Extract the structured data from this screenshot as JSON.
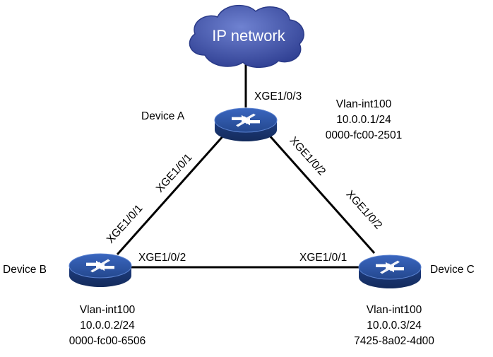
{
  "colors": {
    "link": "#000000",
    "cloud_fill": "#4a5fb4",
    "cloud_dark": "#2e3f8e",
    "device_top": "#2f56a8",
    "device_side": "#1d3a7a",
    "device_icon": "#ffffff",
    "text": "#000000"
  },
  "cloud": {
    "label": "IP network",
    "icon": "cloud-icon"
  },
  "devices": {
    "a": {
      "name": "Device A",
      "icon": "switch-icon"
    },
    "b": {
      "name": "Device B",
      "icon": "switch-icon"
    },
    "c": {
      "name": "Device C",
      "icon": "switch-icon"
    }
  },
  "ports": {
    "a_uplink": "XGE1/0/3",
    "a_to_b": "XGE1/0/1",
    "a_to_c": "XGE1/0/2",
    "b_to_a": "XGE1/0/1",
    "b_to_c": "XGE1/0/2",
    "c_to_a": "XGE1/0/2",
    "c_to_b": "XGE1/0/1"
  },
  "interfaces": {
    "a": {
      "vlan": "Vlan-int100",
      "ip": "10.0.0.1/24",
      "mac": "0000-fc00-2501"
    },
    "b": {
      "vlan": "Vlan-int100",
      "ip": "10.0.0.2/24",
      "mac": "0000-fc00-6506"
    },
    "c": {
      "vlan": "Vlan-int100",
      "ip": "10.0.0.3/24",
      "mac": "7425-8a02-4d00"
    }
  }
}
